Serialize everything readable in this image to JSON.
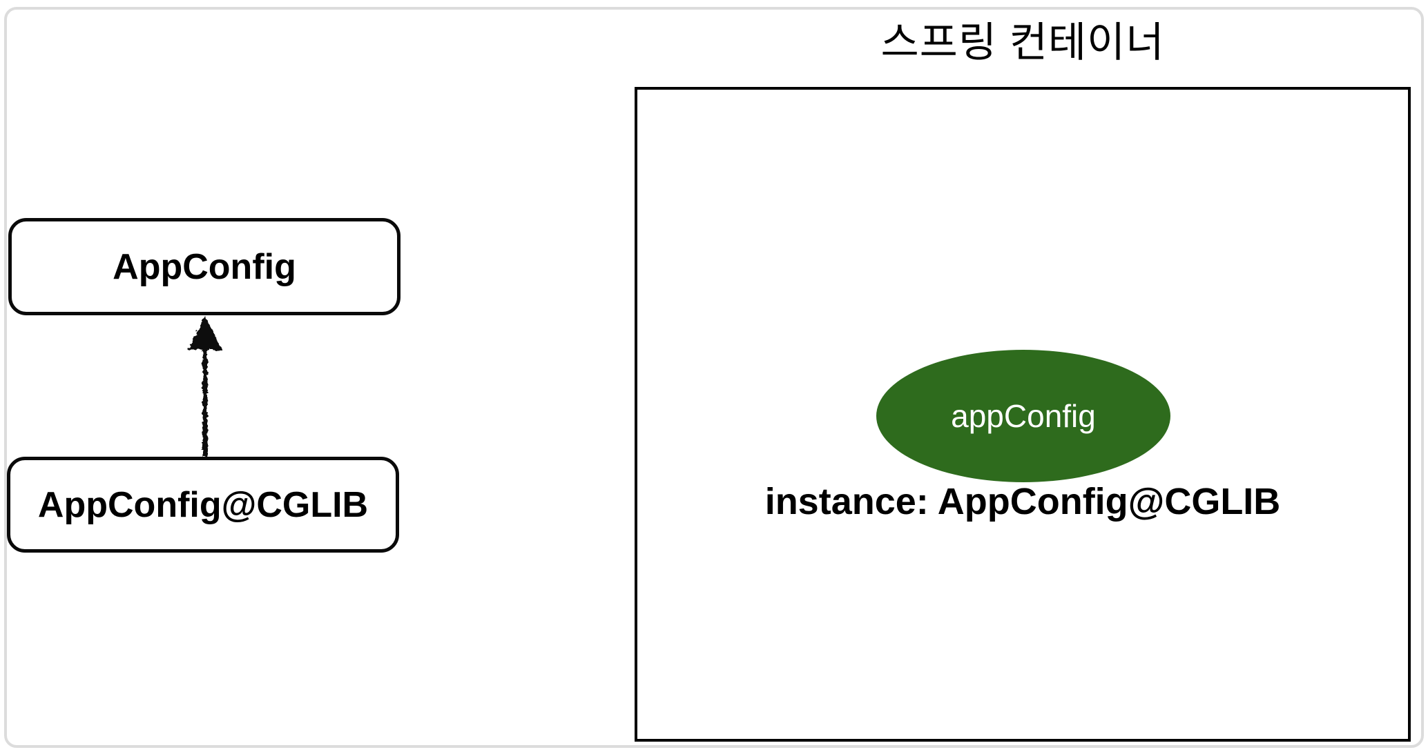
{
  "diagram": {
    "inheritance": {
      "parent_class": "AppConfig",
      "child_class": "AppConfig@CGLIB"
    },
    "spring_container": {
      "title": "스프링 컨테이너",
      "bean": {
        "name": "appConfig",
        "instance": "instance: AppConfig@CGLIB"
      }
    },
    "colors": {
      "bean_fill": "#2e6b1d",
      "bean_text": "#ffffff",
      "box_border": "#0a0a0a",
      "container_border": "#000000",
      "frame_border": "#dcdcdc",
      "arrow": "#0a0a0a"
    }
  }
}
